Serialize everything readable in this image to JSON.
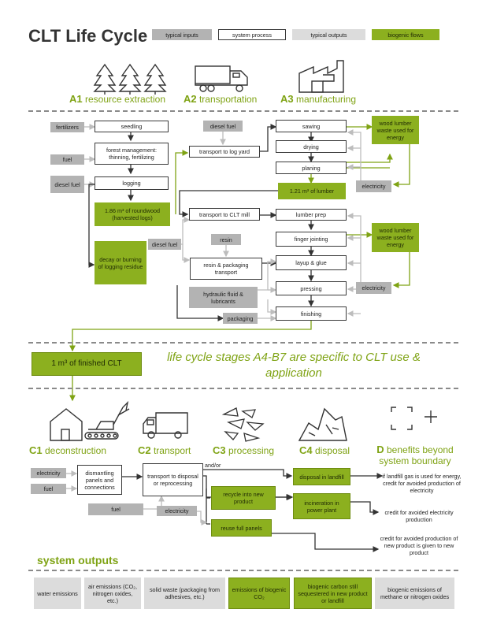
{
  "title": "CLT Life Cycle",
  "legend": {
    "typical_inputs": "typical inputs",
    "system_process": "system process",
    "typical_outputs": "typical outputs",
    "biogenic_flows": "biogenic flows"
  },
  "stages_a": {
    "a1_code": "A1",
    "a1_label": "resource extraction",
    "a2_code": "A2",
    "a2_label": "transportation",
    "a3_code": "A3",
    "a3_label": "manufacturing"
  },
  "a_inputs": {
    "fertilizers": "fertilizers",
    "fuel": "fuel",
    "diesel_fuel_1": "diesel fuel",
    "diesel_fuel_2": "diesel fuel",
    "diesel_fuel_3": "diesel fuel",
    "resin": "resin",
    "hydraulic": "hydraulic fluid & lubricants",
    "packaging": "packaging",
    "electricity_1": "electricity",
    "electricity_2": "electricity"
  },
  "a_process": {
    "seedling": "seedling",
    "forest_mgmt": "forest management: thinning, fertilizing",
    "logging": "logging",
    "transport_log_yard": "transport to log yard",
    "sawing": "sawing",
    "drying": "drying",
    "planing": "planing",
    "transport_clt_mill": "transport to CLT mill",
    "resin_transport": "resin & packaging transport",
    "lumber_prep": "lumber prep",
    "finger_jointing": "finger jointing",
    "layup_glue": "layup & glue",
    "pressing": "pressing",
    "finishing": "finishing"
  },
  "a_bio": {
    "roundwood": "1.86 m³ of roundwood (harvested logs)",
    "decay": "decay or burning of logging residue",
    "lumber": "1.21 m³ of lumber",
    "waste_1": "wood lumber waste used for energy",
    "waste_2": "wood lumber waste used for energy",
    "finished_clt": "1 m³ of finished CLT"
  },
  "lifecycle_note": "life cycle stages A4-B7 are specific to CLT use & application",
  "stages_c": {
    "c1_code": "C1",
    "c1_label": "deconstruction",
    "c2_code": "C2",
    "c2_label": "transport",
    "c3_code": "C3",
    "c3_label": "processing",
    "c4_code": "C4",
    "c4_label": "disposal",
    "d_code": "D",
    "d_label": "benefits beyond system boundary"
  },
  "c_inputs": {
    "electricity_1": "electricity",
    "fuel_1": "fuel",
    "fuel_2": "fuel",
    "electricity_2": "electricity"
  },
  "c_process": {
    "dismantling": "dismantling panels and connections",
    "transport_disposal": "transport to disposal or reprocessing",
    "and_or": "and/or"
  },
  "c_bio": {
    "landfill": "disposal in landfill",
    "incineration": "incineration in power plant",
    "recycle": "recycle into new product",
    "reuse": "reuse full panels"
  },
  "d_notes": {
    "note1": "if landfill gas is used for energy, credit for avoided production of electricity",
    "note2": "credit for avoided electricity production",
    "note3": "credit for avoided production of new product is given to new product"
  },
  "system_outputs": {
    "title": "system outputs",
    "water": "water emissions",
    "air": "air emissions (CO₂, nitrogen oxides, etc.)",
    "solid": "solid waste (packaging from adhesives, etc.)",
    "bio_co2": "emissions of biogenic CO₂",
    "bio_carbon": "biogenic carbon still sequestered in new product or landfill",
    "bio_methane": "biogenic emissions of methane or nitrogen oxides"
  },
  "colors": {
    "green": "#8cb01f",
    "green_text": "#7fa314",
    "input_gray": "#b3b3b3",
    "output_gray": "#dcdcdc"
  }
}
